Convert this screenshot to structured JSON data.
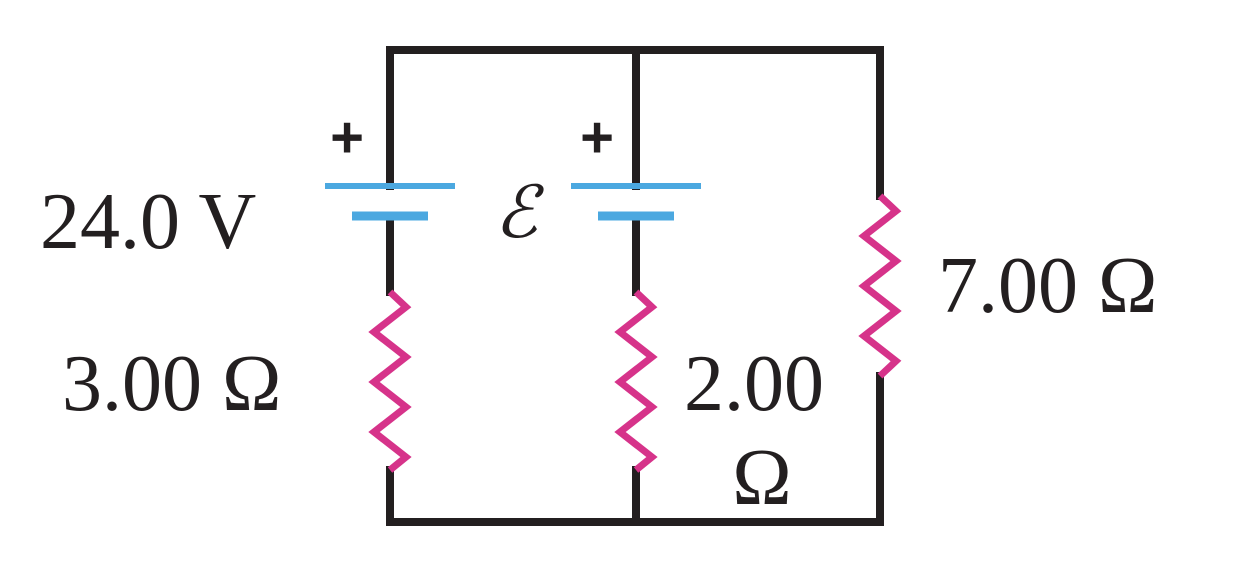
{
  "battery_left": {
    "polarity": "+",
    "voltage": "24.0 V"
  },
  "battery_middle": {
    "polarity": "+",
    "emf": "ℰ"
  },
  "resistor_left": {
    "value": "3.00 Ω"
  },
  "resistor_middle": {
    "value_line1": "2.00",
    "value_line2": "Ω"
  },
  "resistor_right": {
    "value": "7.00 Ω"
  },
  "colors": {
    "wire": "#231f20",
    "resistor": "#d6338a",
    "battery_plate": "#4ba8e0"
  }
}
